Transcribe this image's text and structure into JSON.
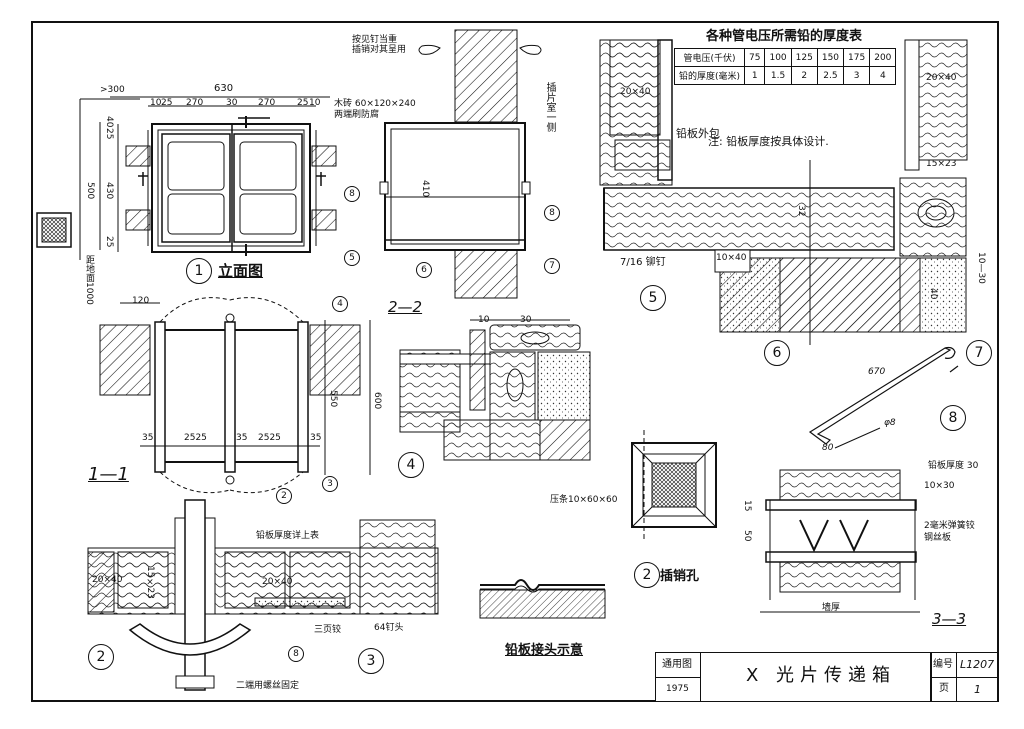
{
  "title_block": {
    "label_applicable": "通用图",
    "year": "1975",
    "drawing_title": "X 光片传递箱",
    "label_number": "编号",
    "number": "L1207",
    "label_page": "页",
    "page": "1"
  },
  "pressure_table": {
    "title": "各种管电压所需铅的厚度表",
    "row1_label": "管电压(千伏)",
    "row1_values": [
      "75",
      "100",
      "125",
      "150",
      "175",
      "200"
    ],
    "row2_label": "铅的厚度(毫米)",
    "row2_values": [
      "1",
      "1.5",
      "2",
      "2.5",
      "3",
      "4"
    ],
    "note": "注: 铅板厚度按具体设计."
  },
  "views": {
    "elevation_label": "立面图",
    "elevation_num": "1",
    "section_1_1": "1—1",
    "section_2_2": "2—2",
    "section_3_3": "3—3",
    "detail_2_label": "插销孔",
    "lead_joint_label": "铅板接头示意"
  },
  "dimensions": {
    "overall_width": "630",
    "gt300": ">300",
    "d10": "10",
    "d25": "25",
    "d270a": "270",
    "d30": "30",
    "d270b": "270",
    "d25b": "25",
    "d10b": "10",
    "h500": "500",
    "h430": "430",
    "h25a": "25",
    "h25b": "25",
    "h40": "40",
    "floor_dist": "距地面1000",
    "depth_120": "120",
    "d35a": "35",
    "d2525a": "2525",
    "d35b": "35",
    "d2525b": "2525",
    "d35c": "35",
    "h550": "550",
    "h600": "600",
    "h410": "410",
    "dim_670": "670",
    "dim_80": "80",
    "dim_d8": "φ8",
    "dim_10x40a": "10×40",
    "dim_10x30": "10×30",
    "dim_15x23": "15×23",
    "dim_20x40a": "20×40",
    "dim_20x40b": "20×40",
    "dim_20x40c": "20×40",
    "dim_20x40d": "20×40",
    "dim_15x23b": "15×23",
    "dim_10": "10",
    "dim_30": "30",
    "dim_32": "32",
    "dim_40": "40",
    "dim_15": "15",
    "dim_50": "50",
    "wall_thickness": "墙厚"
  },
  "annotations": {
    "pivot_note_a": "按见钉当重",
    "pivot_note_b": "插销对其呈用",
    "wood_strip": "木砖 60×120×240",
    "wood_strip_b": "两端刷防腐",
    "insert_side": "插片室一侧",
    "lead_sheet_outer": "铅板外包",
    "lead_sheet": "铅板",
    "nail": "7/16 铆钉",
    "lead_thickness_note": "铅板厚度详上表",
    "triple_hinge": "三页铰",
    "nail_64": "64钉头",
    "bolt_note": "二端用螺丝固定",
    "pressure_strip": "压条10×60×60",
    "lead_top": "铅板厚度 30",
    "lead_10x30": "10×30",
    "spring_hinge": "2毫米弹簧铰",
    "spring_hinge_b": "钢丝板",
    "d10_30": "10—30"
  },
  "callouts": [
    "1",
    "2",
    "3",
    "4",
    "5",
    "6",
    "7",
    "8"
  ]
}
